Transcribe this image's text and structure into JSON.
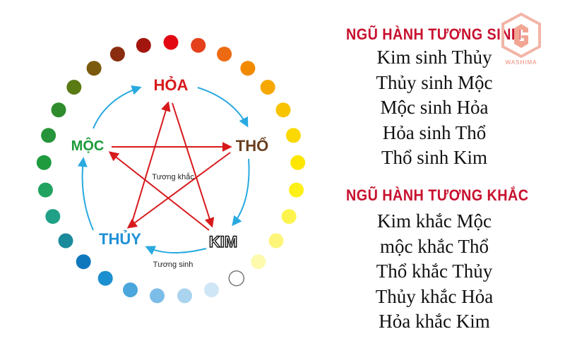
{
  "diagram": {
    "elements": {
      "hoa": {
        "label": "HỎA",
        "color": "#d7191c"
      },
      "tho": {
        "label": "THỔ",
        "color": "#6b3f1f"
      },
      "kim": {
        "label": "KIM",
        "color": "#111111"
      },
      "thuy": {
        "label": "THỦY",
        "color": "#1e90d6"
      },
      "moc": {
        "label": "MỘC",
        "color": "#1c9a3a"
      }
    },
    "center_label": "Tương khắc",
    "bottom_label": "Tương sinh",
    "cycle_arrow_color": "#29a9e0",
    "star_color": "#d7191c",
    "dot_colors": [
      "#e30613",
      "#e4401c",
      "#ec6a11",
      "#f28a00",
      "#f6a800",
      "#f8c300",
      "#fad800",
      "#fce600",
      "#fdf016",
      "#fdf34d",
      "#fdf57a",
      "#fdf9ad",
      "#ffffff",
      "#cfe6f7",
      "#a9d3ef",
      "#7cbde7",
      "#4aa6dc",
      "#1c8fd0",
      "#0f78bd",
      "#1b8a9a",
      "#20a086",
      "#21a35f",
      "#1f9b3d",
      "#25943a",
      "#2e8c2d",
      "#5a7a14",
      "#7b5a0d",
      "#8a2c0f",
      "#a3160f"
    ]
  },
  "right_panel": {
    "sinh": {
      "heading": "NGŨ HÀNH TƯƠNG SINH",
      "items": [
        "Kim sinh Thủy",
        "Thủy sinh Mộc",
        "Mộc sinh Hỏa",
        "Hỏa sinh Thổ",
        "Thổ sinh Kim"
      ]
    },
    "khac": {
      "heading": "NGŨ HÀNH TƯƠNG KHẮC",
      "items": [
        "Kim khắc Mộc",
        "mộc khắc Thổ",
        "Thổ khắc Thủy",
        "Thủy khắc Hỏa",
        "Hỏa khắc Kim"
      ]
    }
  },
  "logo": {
    "text": "WASHIMA",
    "color": "#e9856f"
  }
}
